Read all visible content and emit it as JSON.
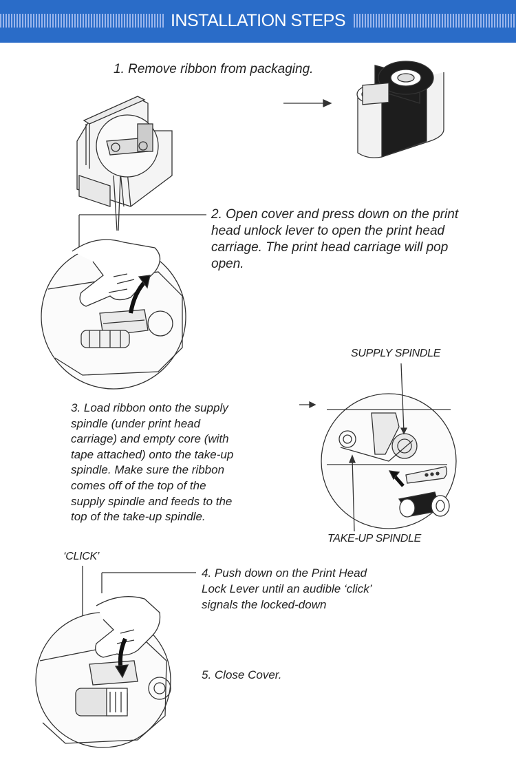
{
  "header": {
    "title": "INSTALLATION STEPS"
  },
  "steps": {
    "step1": "1.  Remove ribbon from packaging.",
    "step2_l1": "2. Open cover and press down on the print",
    "step2_l2": "head unlock lever to open the print head",
    "step2_l3": "carriage. The print head carriage will pop",
    "step2_l4": "open.",
    "step3_l1": "3. Load ribbon onto the supply",
    "step3_l2": "spindle (under print head",
    "step3_l3": "carriage) and empty core (with",
    "step3_l4": "tape attached) onto the take-up",
    "step3_l5": "spindle. Make sure the ribbon",
    "step3_l6": "comes off of the top of the",
    "step3_l7": "supply spindle and feeds to the",
    "step3_l8": "top of the take-up spindle.",
    "step4_l1": "4. Push down on the Print Head",
    "step4_l2": "Lock Lever until an audible ‘click’",
    "step4_l3": "signals the  locked-down",
    "step5": "5. Close Cover."
  },
  "labels": {
    "supply_spindle": "SUPPLY SPINDLE",
    "takeup_spindle": "TAKE-UP SPINDLE",
    "click": "‘CLICK’"
  },
  "colors": {
    "banner": "#2a6cc8",
    "stripes": "#9bb6ec",
    "text": "#222222"
  }
}
